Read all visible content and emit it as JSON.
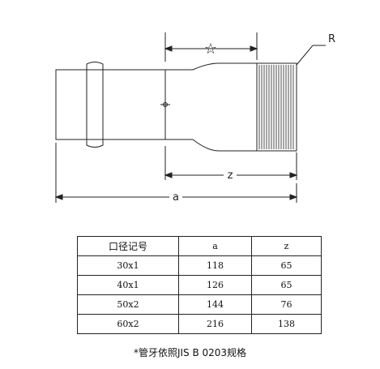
{
  "drawing": {
    "label_r": "R",
    "label_z": "z",
    "label_a": "a",
    "star_symbol": "☆"
  },
  "table": {
    "headers": [
      "口径记号",
      "a",
      "z"
    ],
    "rows": [
      [
        "30x1",
        "118",
        "65"
      ],
      [
        "40x1",
        "126",
        "65"
      ],
      [
        "50x2",
        "144",
        "76"
      ],
      [
        "60x2",
        "216",
        "138"
      ]
    ]
  },
  "footnote": "*管牙依照JIS B 0203规格"
}
